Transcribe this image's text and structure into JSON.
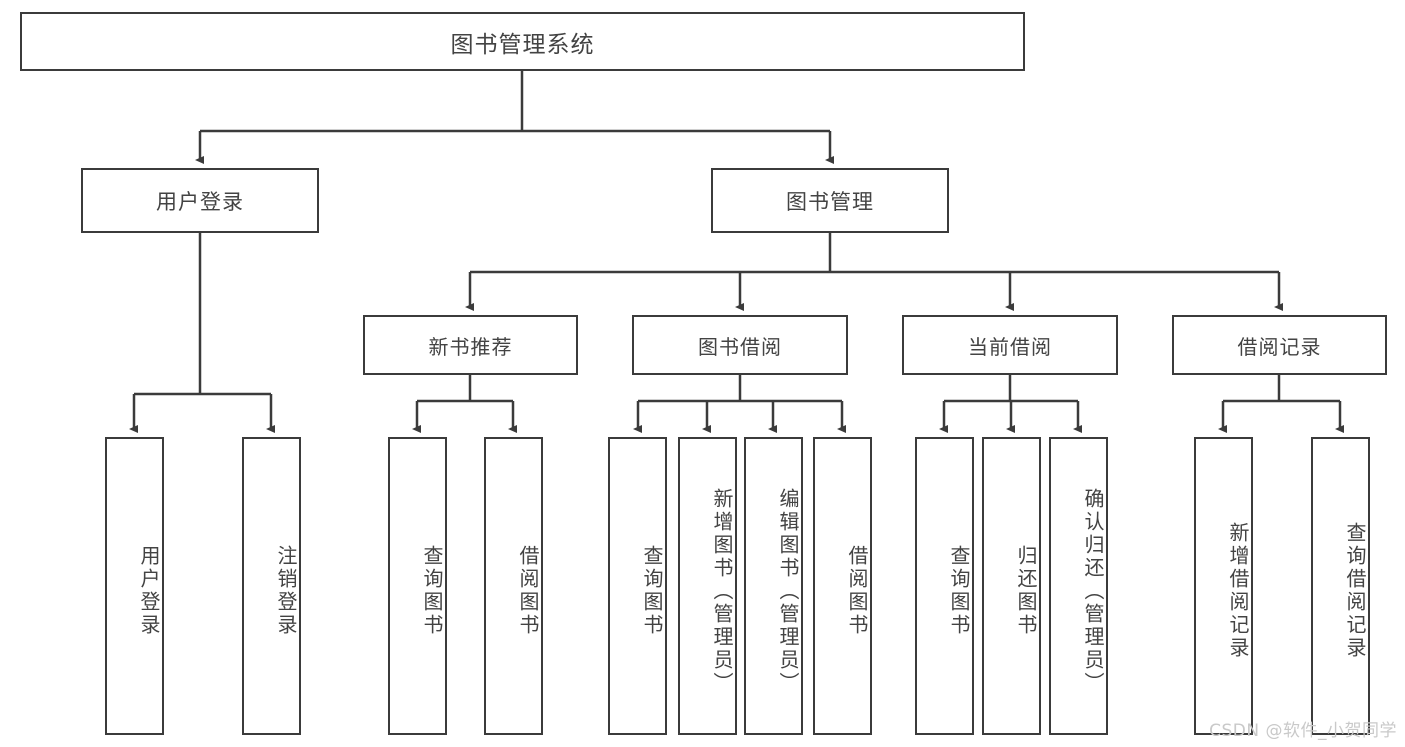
{
  "diagram": {
    "title": "图书管理系统",
    "type": "功能结构图",
    "watermark": "CSDN @软件_小贺同学",
    "colors": {
      "border": "#3b3b3b",
      "text": "#434343",
      "background": "#ffffff",
      "watermark": "#c9c9c9"
    },
    "root": {
      "label": "图书管理系统"
    },
    "level2": [
      {
        "label": "用户登录"
      },
      {
        "label": "图书管理"
      }
    ],
    "level3": [
      {
        "label": "新书推荐"
      },
      {
        "label": "图书借阅"
      },
      {
        "label": "当前借阅"
      },
      {
        "label": "借阅记录"
      }
    ],
    "leaves": {
      "user_login": [
        {
          "label": "用户登录"
        },
        {
          "label": "注销登录"
        }
      ],
      "new_book_recommend": [
        {
          "label": "查询图书"
        },
        {
          "label": "借阅图书"
        }
      ],
      "book_borrow": [
        {
          "label": "查询图书"
        },
        {
          "label": "新增图书（管理员）"
        },
        {
          "label": "编辑图书（管理员）"
        },
        {
          "label": "借阅图书"
        }
      ],
      "current_borrow": [
        {
          "label": "查询图书"
        },
        {
          "label": "归还图书"
        },
        {
          "label": "确认归还（管理员）"
        }
      ],
      "borrow_record": [
        {
          "label": "新增借阅记录"
        },
        {
          "label": "查询借阅记录"
        }
      ]
    }
  }
}
